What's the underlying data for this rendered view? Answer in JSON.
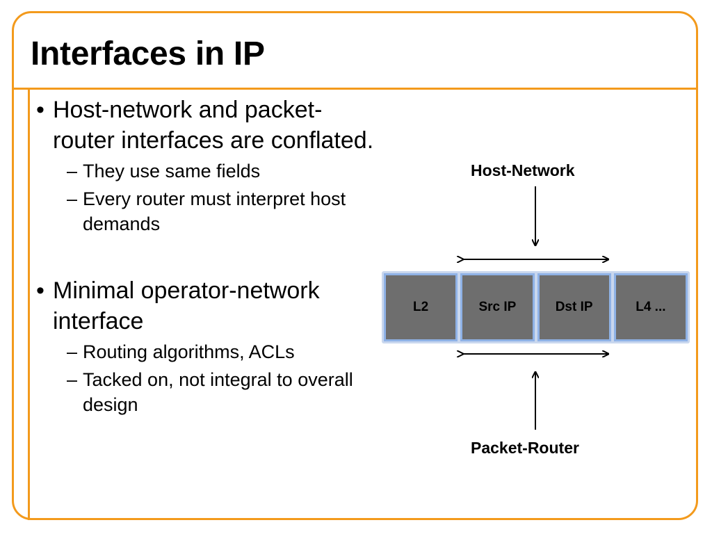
{
  "slide": {
    "title": "Interfaces in IP",
    "bullets": [
      {
        "text": "Host-network and packet-router interfaces are conflated.",
        "sub": [
          "They use same fields",
          "Every router must interpret host demands"
        ]
      },
      {
        "text": "Minimal operator-network interface",
        "sub": [
          "Routing algorithms, ACLs",
          "Tacked on, not integral to overall design"
        ]
      }
    ]
  },
  "diagram": {
    "top_label": "Host-Network",
    "bottom_label": "Packet-Router",
    "fields": [
      "L2",
      "Src IP",
      "Dst IP",
      "L4 ..."
    ]
  },
  "colors": {
    "accent": "#f39a1c",
    "field_fill": "#6e6e6e",
    "field_border": "#8fb2e6"
  }
}
